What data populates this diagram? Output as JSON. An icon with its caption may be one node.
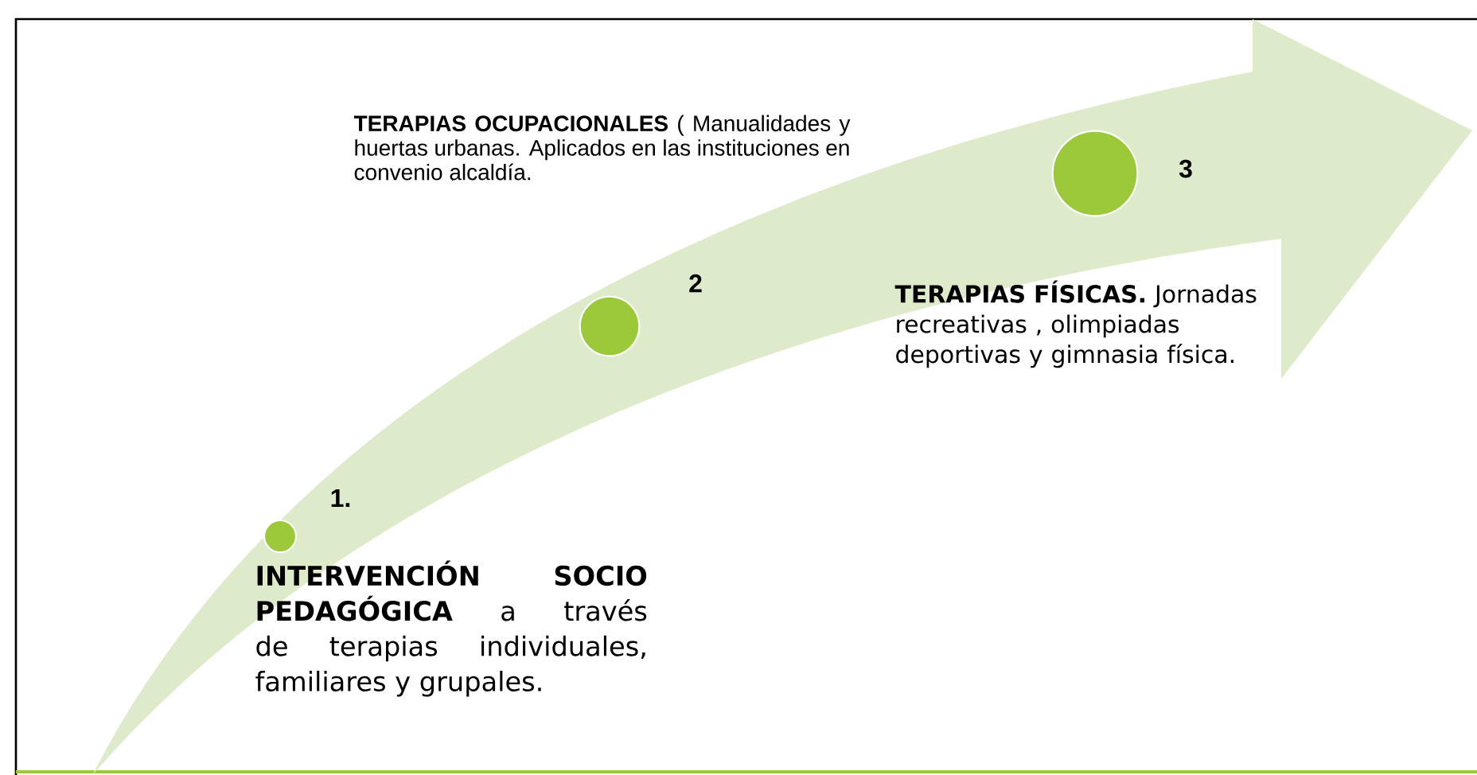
{
  "diagram": {
    "nodes": [
      {
        "text": [],
        "shape": "circle",
        "beside": [
          "1."
        ]
      },
      {
        "text": [],
        "shape": "circle",
        "beside": [
          "2"
        ]
      },
      {
        "text": [],
        "shape": "circle",
        "beside": [
          "3"
        ]
      }
    ],
    "labels": [
      "**TERAPIAS OCUPACIONALES** ( Manualidades y huertas urbanas. Aplicados en las instituciones en convenio alcaldía.",
      "**TERAPIAS FÍSICAS.** Jornadas recreativas , olimpiadas deportivas y gimnasia física.",
      "**INTERVENCIÓN SOCIO PEDAGÓGICA** a través de terapias individuales, familiares y grupales."
    ]
  }
}
